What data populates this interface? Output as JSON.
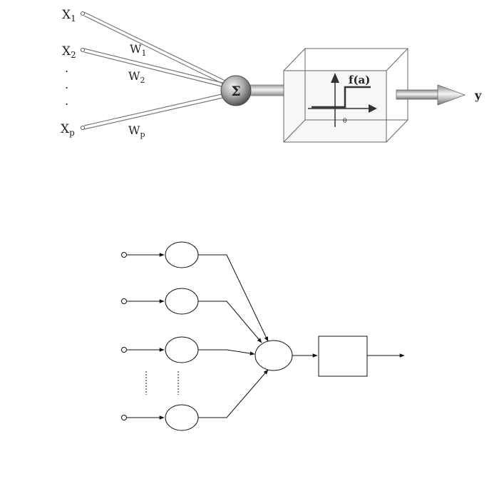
{
  "perceptron": {
    "inputs": [
      {
        "name": "X",
        "sub": "1"
      },
      {
        "name": "X",
        "sub": "2"
      },
      {
        "name": "X",
        "sub": "p"
      }
    ],
    "weights": [
      {
        "name": "W",
        "sub": "1"
      },
      {
        "name": "W",
        "sub": "2"
      },
      {
        "name": "W",
        "sub": "p"
      }
    ],
    "ellipsis": ".",
    "summation_symbol": "Σ",
    "activation_label": "f(a)",
    "threshold_symbol": "θ",
    "output_label": "y"
  },
  "network": {
    "input_count_shown": 4
  }
}
